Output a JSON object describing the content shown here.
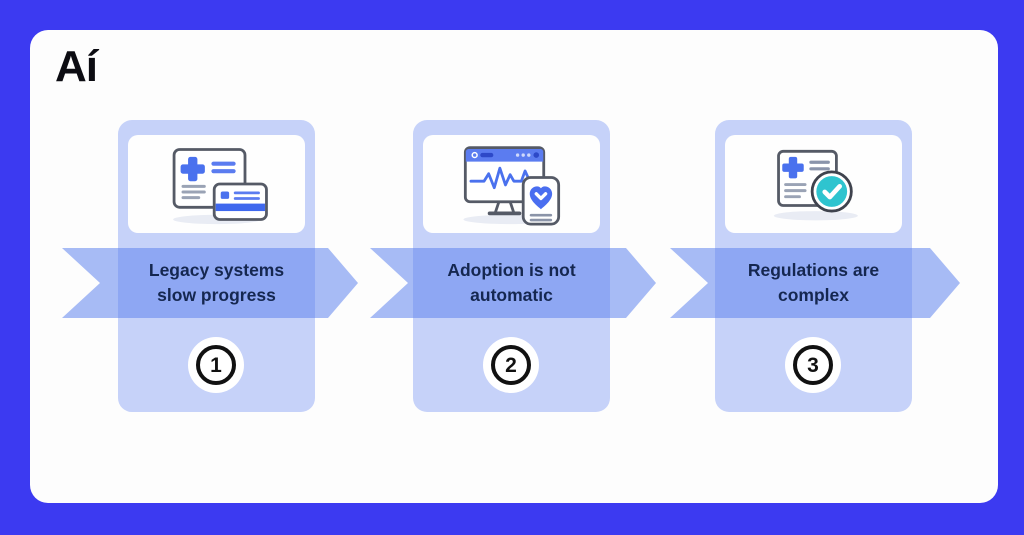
{
  "logo": {
    "text": "Aí"
  },
  "steps": [
    {
      "number": "1",
      "title": "Legacy systems slow progress",
      "title_line1": "Legacy systems",
      "title_line2": "slow progress",
      "icon": "medical-records-card-icon"
    },
    {
      "number": "2",
      "title": "Adoption is not automatic",
      "title_line1": "Adoption is not",
      "title_line2": "automatic",
      "icon": "monitor-heartbeat-icon"
    },
    {
      "number": "3",
      "title": "Regulations are complex",
      "title_line1": "Regulations are",
      "title_line2": "complex",
      "icon": "document-check-icon"
    }
  ],
  "colors": {
    "bg": "#3c3af1",
    "panel": "#fdfdfd",
    "card": "#c6d2f9",
    "title": "#152750",
    "icon_blue": "#4a71ee",
    "icon_blue_light": "#5b7cf0",
    "icon_gray": "#9aa3b5",
    "icon_outline": "#555a66",
    "teal": "#2ec4cf",
    "badge_ink": "#111111"
  }
}
